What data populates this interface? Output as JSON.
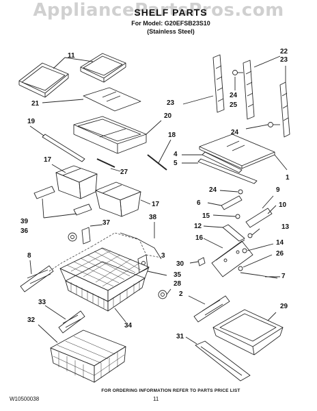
{
  "header": {
    "watermark": "AppliancePartsPros.com",
    "title": "SHELF PARTS",
    "model_line": "For Model: G20EFSB23S10",
    "variant_line": "(Stainless Steel)"
  },
  "callouts": [
    "11",
    "21",
    "19",
    "20",
    "18",
    "17",
    "27",
    "39",
    "36",
    "37",
    "38",
    "8",
    "3",
    "33",
    "32",
    "34",
    "22",
    "23",
    "24",
    "25",
    "4",
    "5",
    "1",
    "9",
    "6",
    "10",
    "15",
    "12",
    "13",
    "16",
    "14",
    "26",
    "30",
    "35",
    "7",
    "28",
    "2",
    "29",
    "31"
  ],
  "footer": {
    "note": "FOR ORDERING INFORMATION REFER TO PARTS PRICE LIST",
    "doc_id": "W10500038",
    "page_number": "11"
  },
  "colors": {
    "line": "#222222",
    "watermark": "#d0d0d0",
    "background": "#ffffff"
  }
}
